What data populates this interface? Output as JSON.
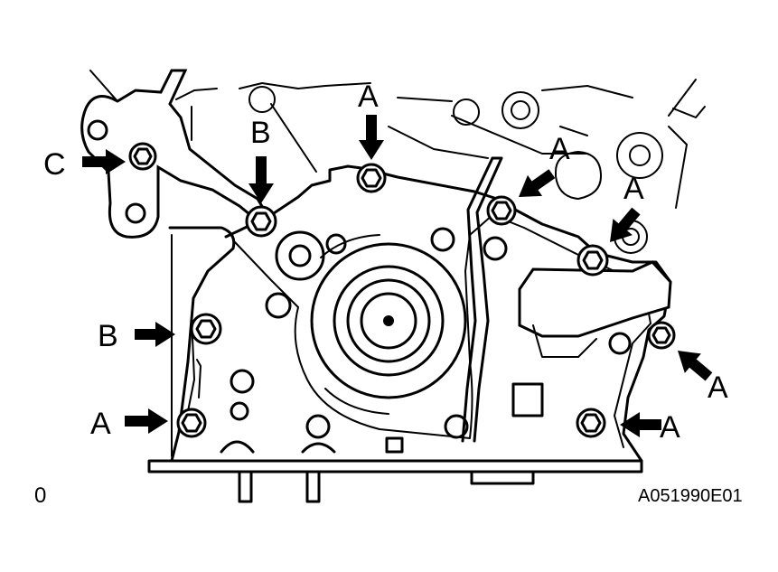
{
  "bolt_labels": {
    "c_left": "C",
    "b_upper": "B",
    "b_left": "B",
    "a_top_center": "A",
    "a_top_right": "A",
    "a_right_upper": "A",
    "a_right_lower": "A",
    "a_bottom_right": "A",
    "a_bottom_left": "A"
  },
  "corner_mark": "0",
  "figure_code": "A051990E01"
}
